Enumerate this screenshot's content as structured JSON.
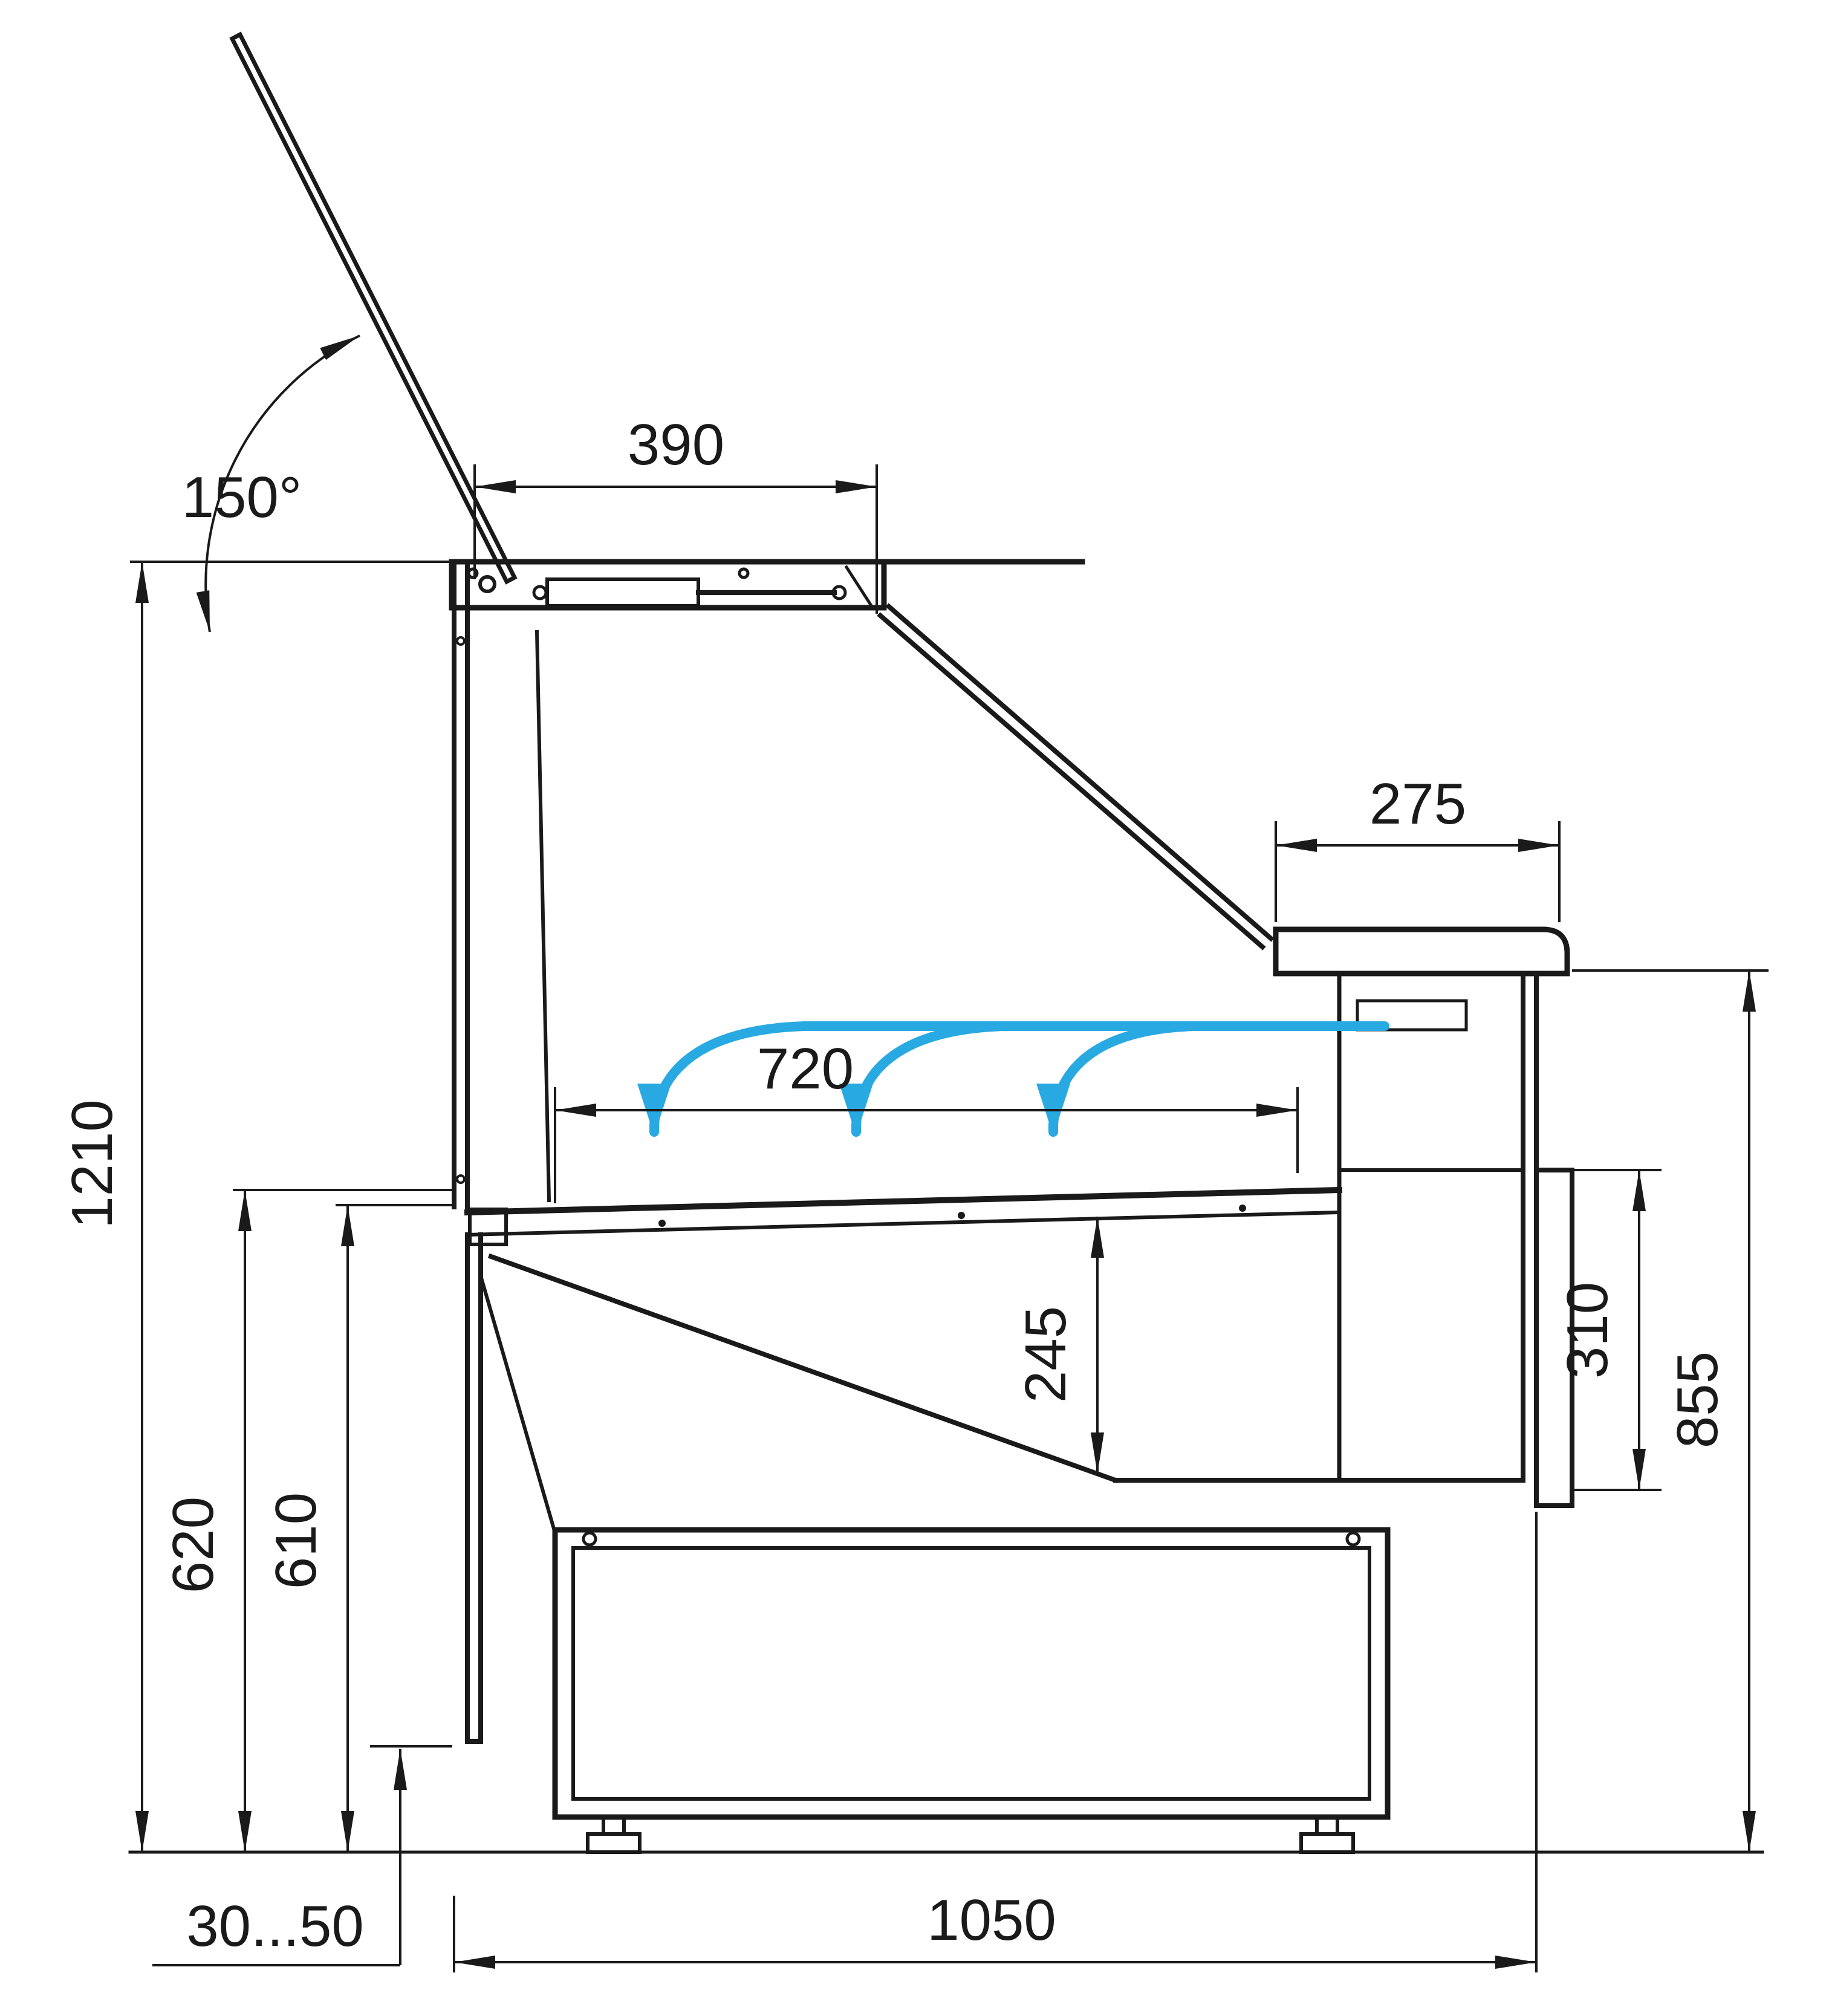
{
  "title": "Refrigerated serve-over display case — side section drawing",
  "colors": {
    "line": "#1a1a1a",
    "airflow": "#29a9e1",
    "background": "#ffffff"
  },
  "dimensions": {
    "opening_angle": "150°",
    "lid_depth": "390",
    "rear_counter_depth": "275",
    "display_deck_depth": "720",
    "overall_height": "1210",
    "well_inner_height": "245",
    "rear_duct_height": "310",
    "rear_counter_height": "855",
    "front_height_outer": "620",
    "front_height_inner": "610",
    "leg_adjustment_range": "30...50",
    "base_depth": "1050"
  }
}
